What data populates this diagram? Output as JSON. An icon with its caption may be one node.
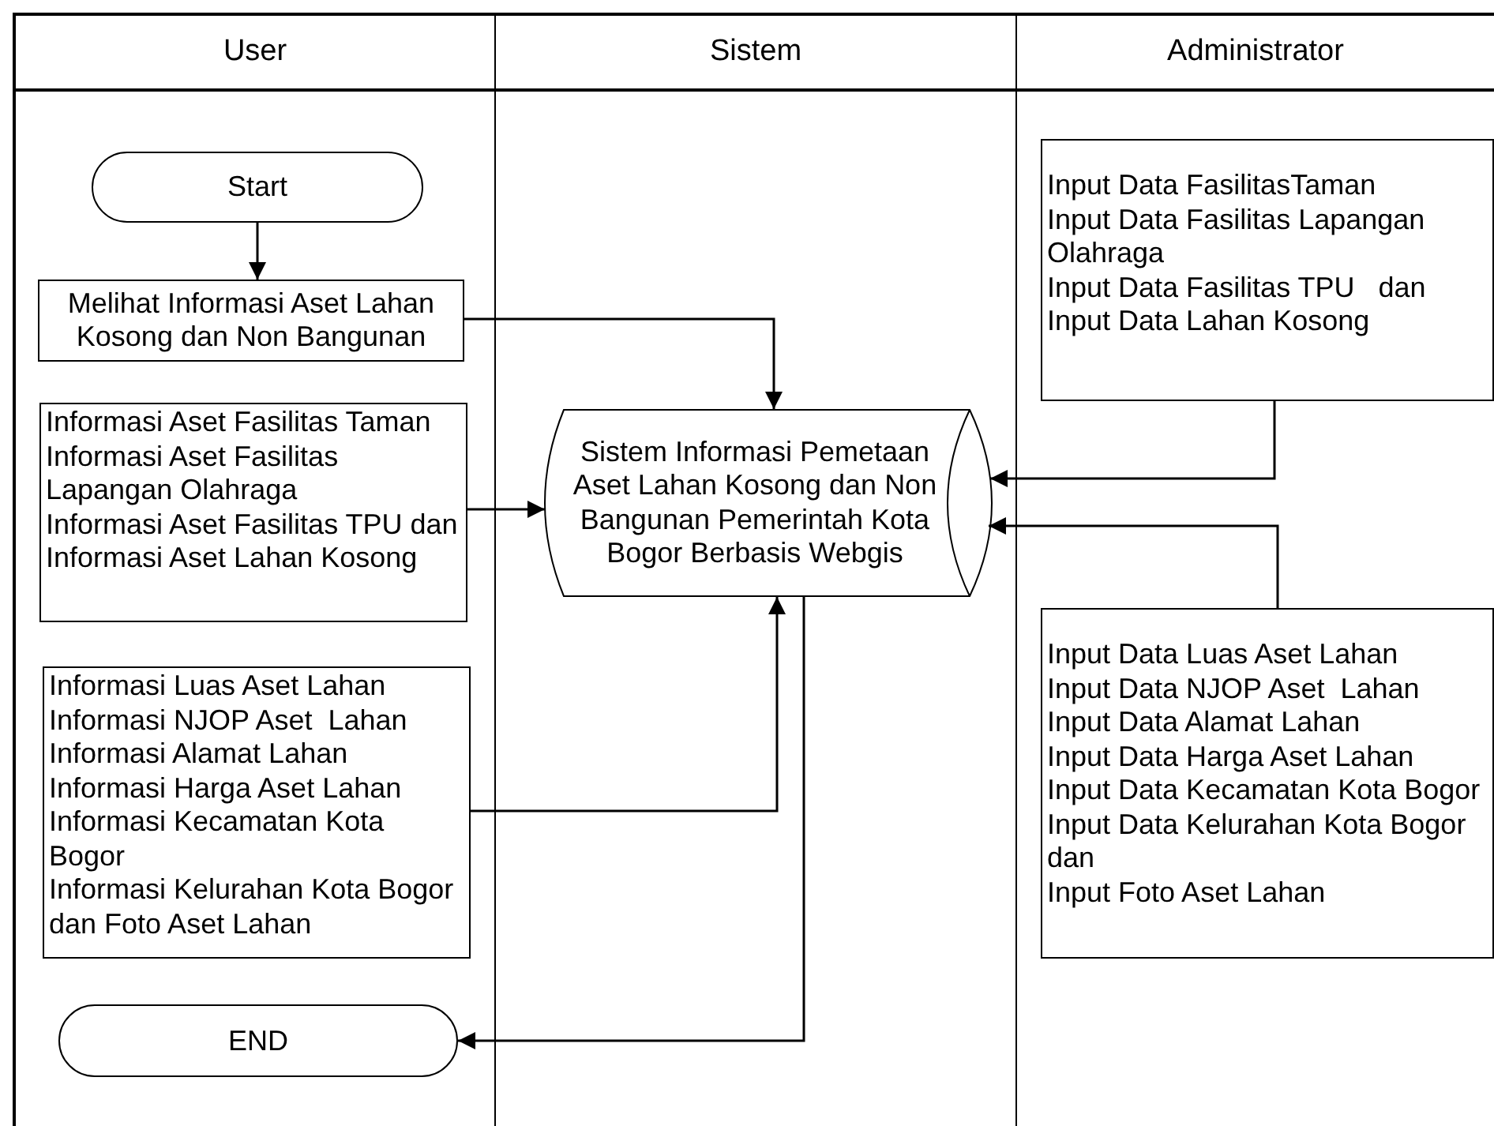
{
  "diagram": {
    "nodes": [
      {
        "text": [
          "User"
        ]
      },
      {
        "text": [
          "Sistem"
        ]
      },
      {
        "text": [
          "Administrator"
        ]
      },
      {
        "text": [
          "Start"
        ],
        "in": 0
      },
      {
        "text": [
          "Melihat Informasi Aset Lahan Kosong dan Non Bangunan"
        ],
        "in": 0
      },
      {
        "text": [
          "Informasi Aset Fasilitas Taman",
          "Informasi Aset Fasilitas Lapangan Olahraga",
          "Informasi Aset Fasilitas TPU dan",
          "Informasi Aset Lahan Kosong"
        ],
        "in": 0
      },
      {
        "text": [
          "Informasi Luas Aset Lahan",
          "Informasi NJOP Aset  Lahan",
          "Informasi Alamat Lahan",
          "Informasi Harga Aset Lahan",
          "Informasi Kecamatan Kota Bogor",
          "Informasi Kelurahan Kota Bogor dan Foto Aset Lahan"
        ],
        "in": 0
      },
      {
        "text": [
          "END"
        ],
        "in": 0
      },
      {
        "text": [
          "Sistem Informasi Pemetaan Aset Lahan Kosong dan Non Bangunan Pemerintah Kota Bogor Berbasis Webgis"
        ],
        "in": 1
      },
      {
        "text": [
          "Input Data FasilitasTaman",
          "Input Data Fasilitas Lapangan Olahraga",
          "Input Data Fasilitas TPU   dan",
          "Input Data Lahan Kosong"
        ],
        "in": 2
      },
      {
        "text": [
          "Input Data Luas Aset Lahan",
          "Input Data NJOP Aset  Lahan",
          "Input Data Alamat Lahan",
          "Input Data Harga Aset Lahan",
          "Input Data Kecamatan Kota Bogor",
          "Input Data Kelurahan Kota Bogor dan",
          "Input Foto Aset Lahan"
        ],
        "in": 2
      }
    ],
    "edges": [
      {
        "from": 3,
        "to": 4,
        "arrow": "to"
      },
      {
        "from": 4,
        "to": 8,
        "arrow": "to"
      },
      {
        "from": 5,
        "to": 8,
        "arrow": "to"
      },
      {
        "from": 6,
        "to": 8,
        "arrow": "to"
      },
      {
        "from": 9,
        "to": 8,
        "arrow": "to"
      },
      {
        "from": 10,
        "to": 8,
        "arrow": "to"
      },
      {
        "from": 8,
        "to": 7,
        "arrow": "to"
      }
    ]
  }
}
